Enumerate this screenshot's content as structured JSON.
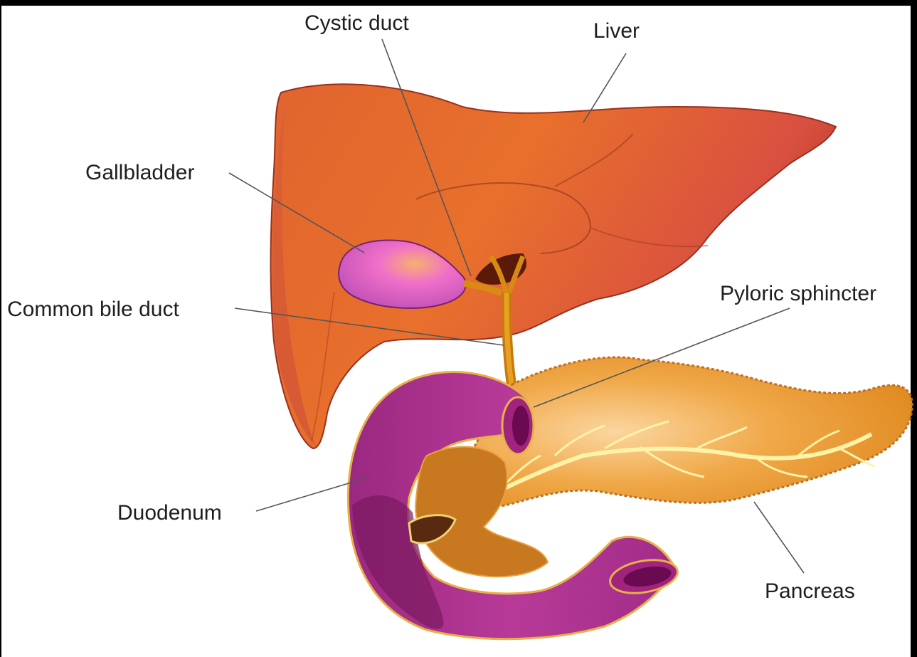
{
  "labels": {
    "cystic_duct": "Cystic duct",
    "liver": "Liver",
    "gallbladder": "Gallbladder",
    "common_bile_duct": "Common bile duct",
    "pyloric_sphincter": "Pyloric sphincter",
    "duodenum": "Duodenum",
    "pancreas": "Pancreas"
  },
  "colors": {
    "liver": "#e0642e",
    "liver_dark": "#b83a2a",
    "gallbladder": "#e070d0",
    "bile_duct": "#d98a12",
    "pancreas": "#f0a040",
    "pancreatic_duct": "#fff0a0",
    "duodenum": "#a8308a",
    "duodenum_dark": "#6a0a50",
    "background": "#ffffff",
    "frame": "#000000"
  }
}
